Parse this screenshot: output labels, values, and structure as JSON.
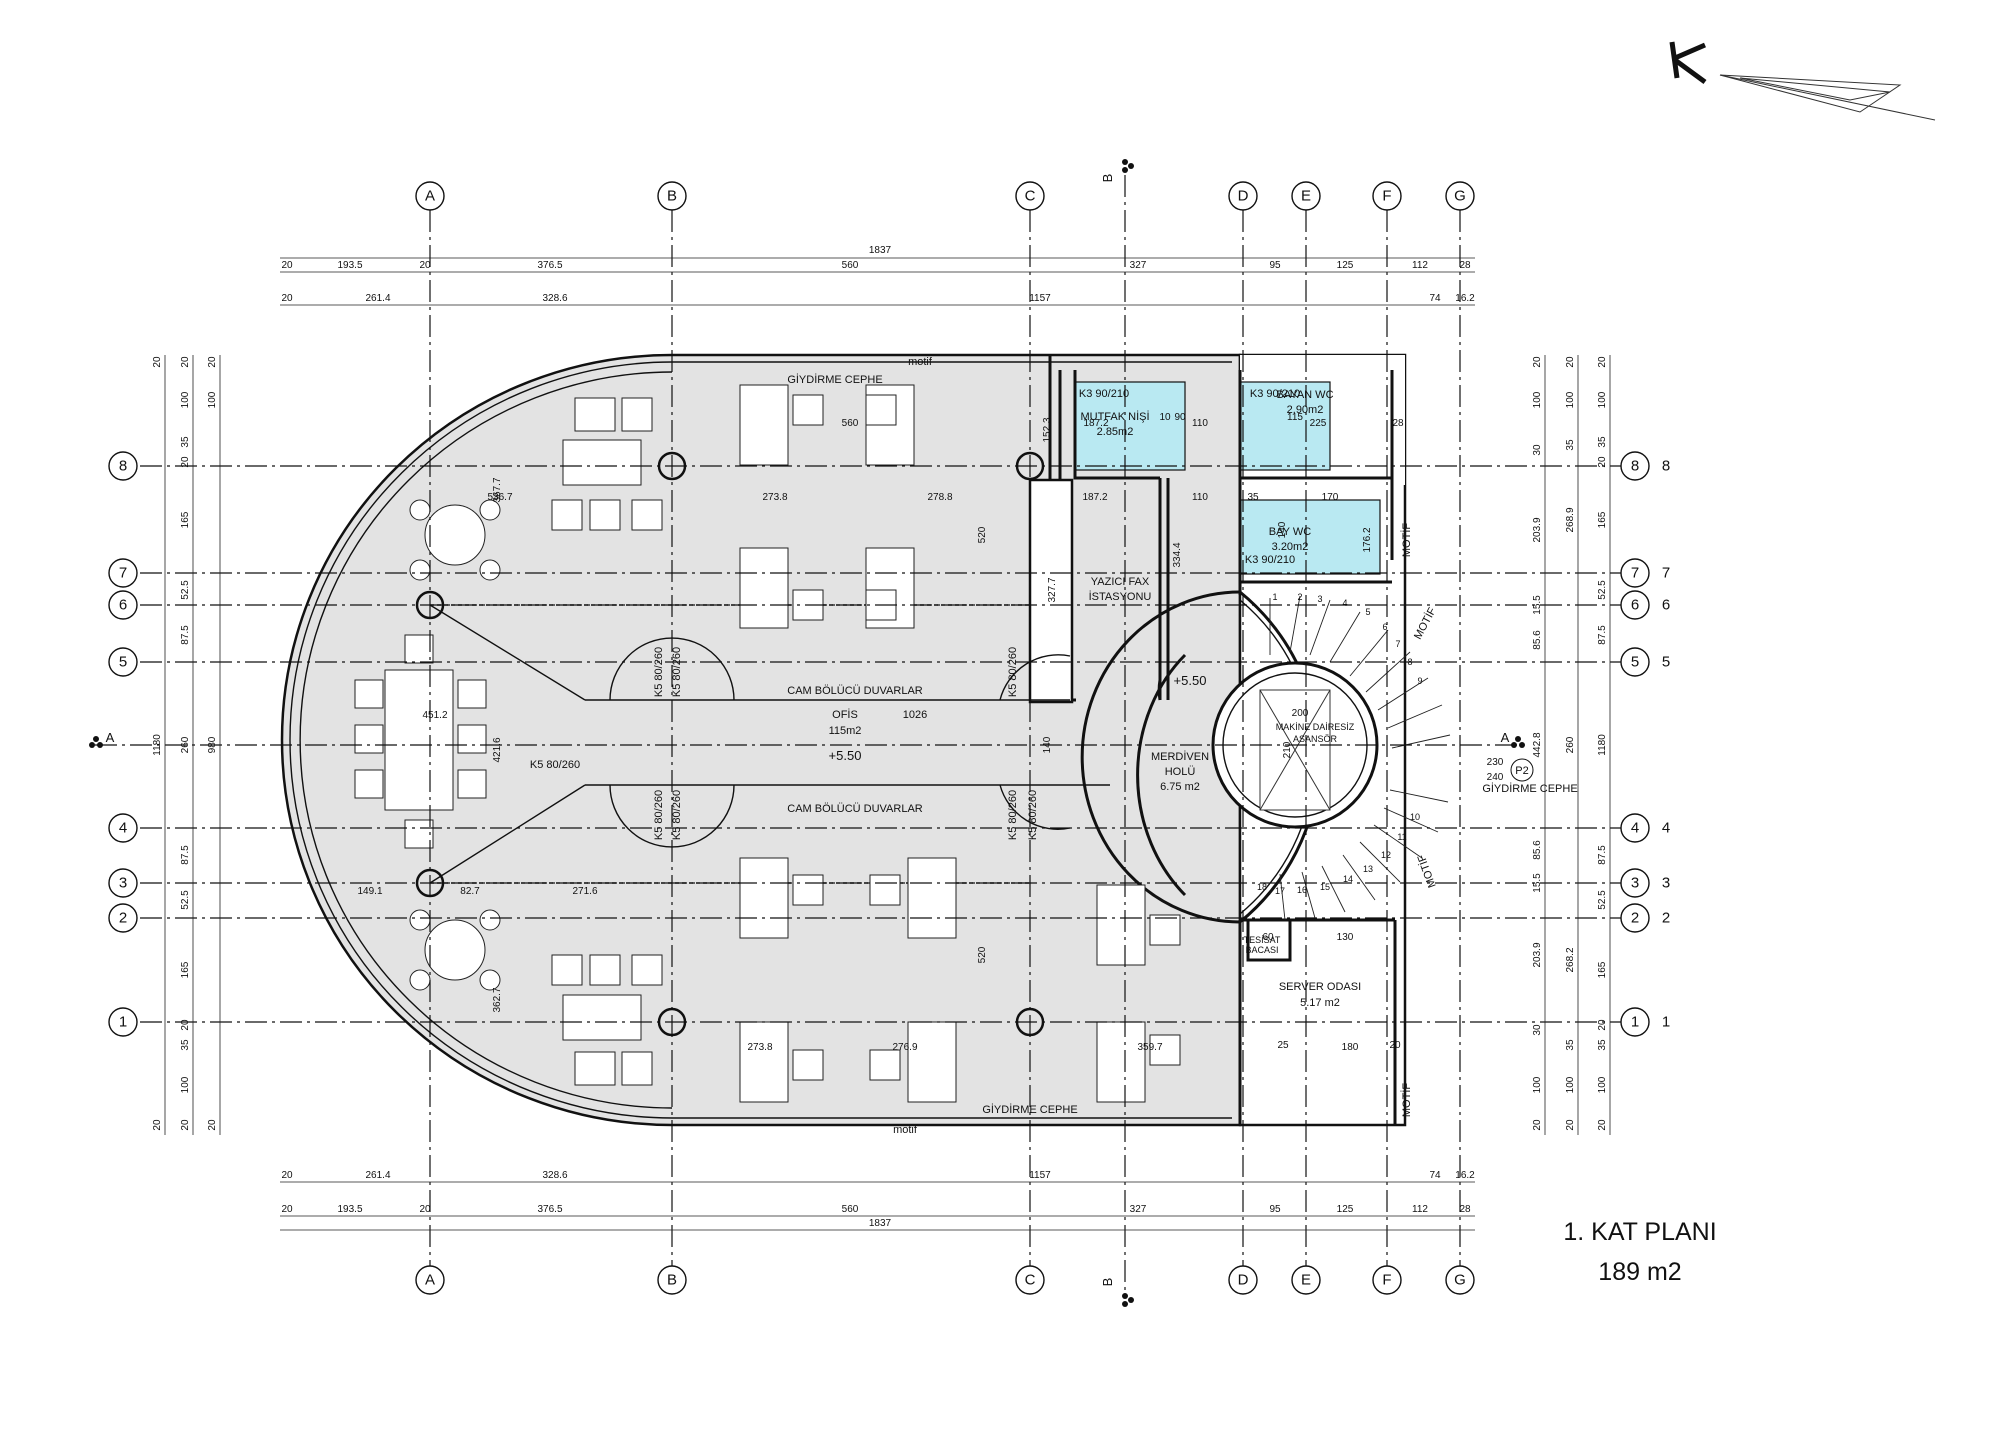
{
  "plan": {
    "title": "1. KAT PLANI",
    "area": "189 m2"
  },
  "axes": {
    "columns": [
      "A",
      "B",
      "C",
      "D",
      "E",
      "F",
      "G"
    ],
    "rows": [
      "8",
      "7",
      "6",
      "5",
      "4",
      "3",
      "2",
      "1"
    ],
    "section_a": "A",
    "section_b": "B"
  },
  "dims_top": {
    "total": "1837",
    "row2": [
      "20",
      "193.5",
      "20",
      "376.5",
      "560",
      "327",
      "95",
      "125",
      "112",
      "28"
    ],
    "row3": [
      "20",
      "261.4",
      "328.6",
      "1157",
      "74",
      "16.2"
    ]
  },
  "dims_bottom": {
    "row1": [
      "20",
      "261.4",
      "328.6",
      "1157",
      "74",
      "16.2"
    ],
    "row2": [
      "20",
      "193.5",
      "20",
      "376.5",
      "560",
      "327",
      "95",
      "125",
      "112",
      "28"
    ],
    "total": "1837"
  },
  "dims_left": {
    "outer": [
      "20",
      "20",
      "100",
      "35",
      "20",
      "165",
      "52.5",
      "87.5",
      "260",
      "87.5",
      "52.5",
      "165",
      "20",
      "35",
      "100",
      "20",
      "20"
    ],
    "mid": [
      "1180",
      "980"
    ],
    "inner": [
      "20",
      "100",
      "20"
    ]
  },
  "dims_right": {
    "col1": [
      "20",
      "100",
      "30",
      "203.9",
      "15.5",
      "85.6",
      "442.8",
      "85.6",
      "15.5",
      "203.9",
      "30",
      "100",
      "20"
    ],
    "col2": [
      "20",
      "100",
      "35",
      "268.9",
      "260",
      "268.2",
      "35",
      "100",
      "20"
    ],
    "col3": [
      "20",
      "100",
      "35",
      "20",
      "165",
      "52.5",
      "87.5",
      "1180",
      "87.5",
      "52.5",
      "165",
      "20",
      "35",
      "100",
      "20"
    ]
  },
  "rooms": {
    "ofis": {
      "name": "OFİS",
      "area": "115m2",
      "width": "1026",
      "level": "+5.50"
    },
    "mutfak": {
      "name": "MUTFAK NİŞİ",
      "area": "2.85m2"
    },
    "bayan_wc": {
      "name": "BAYAN WC",
      "area": "2.90m2"
    },
    "bay_wc": {
      "name": "BAY WC",
      "area": "3.20m2"
    },
    "yazici": {
      "line1": "YAZICI  FAX",
      "line2": "İSTASYONU"
    },
    "merdiven": {
      "line1": "MERDİVEN",
      "line2": "HOLÜ",
      "area": "6.75 m2",
      "level": "+5.50"
    },
    "asansor": {
      "line1": "MAKİNE DAİRESİZ",
      "line2": "ASANSÖR"
    },
    "server": {
      "name": "SERVER ODASI",
      "area": "5.17 m2"
    },
    "tesisat": {
      "line1": "TESİSAT",
      "line2": "BACASI"
    }
  },
  "labels": {
    "giydirme": "GİYDİRME CEPHE",
    "cam_bolucu": "CAM BÖLÜCÜ DUVARLAR",
    "motif": "motif",
    "motif_upper": "MOTİF",
    "p2": "P2",
    "doors": {
      "k3": "K3 90/210",
      "k5": "K5 80/260"
    }
  },
  "interior_dims": [
    "560",
    "187.2",
    "152.3",
    "110",
    "90",
    "10",
    "225",
    "115",
    "170",
    "140",
    "176.2",
    "273.8",
    "278.8",
    "187.2",
    "110",
    "520",
    "327.7",
    "334.4",
    "367.7",
    "536.7",
    "451.2",
    "421.6",
    "149.1",
    "82.7",
    "271.6",
    "362.7",
    "273.8",
    "276.9",
    "359.7",
    "520",
    "200",
    "210",
    "60",
    "130",
    "180",
    "230",
    "240",
    "140",
    "35",
    "20",
    "28",
    "25"
  ],
  "stair_steps": [
    "1",
    "2",
    "3",
    "4",
    "5",
    "6",
    "7",
    "8",
    "9",
    "10",
    "11",
    "12",
    "13",
    "14",
    "15",
    "16",
    "17",
    "18"
  ]
}
